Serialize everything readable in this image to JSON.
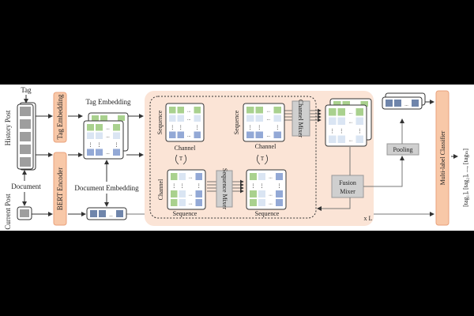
{
  "labels": {
    "tag": "Tag",
    "history_post": "History Post",
    "document": "Document",
    "current_post": "Current Post",
    "tag_embedding_block": "Tag Embedding",
    "bert_encoder": "BERT Encoder",
    "tag_embedding": "Tag Embedding",
    "document_embedding": "Document Embedding",
    "sequence": "Sequence",
    "channel": "Channel",
    "transpose": "T",
    "sequence_mixer": "Sequence Mixer",
    "channel_mixer": "Channel Mixer",
    "fusion_mixer_line1": "Fusion",
    "fusion_mixer_line2": "Mixer",
    "repeat": "x L",
    "pooling": "Pooling",
    "classifier": "Multi-label Classifier",
    "output": "[tag₁], [tag₂], ..., [tagₘ]",
    "ellipsis": "..."
  },
  "colors": {
    "panel": "#fbe4d6",
    "orange_block": "#f8c8a8",
    "orange_border": "#eaa27c",
    "gray_block": "#cfcfcf",
    "green": "#a9d18e",
    "light_blue": "#dae5f3",
    "blue": "#93a9d6",
    "doc_blue": "#6f85ab",
    "post_gray": "#9e9e9e"
  }
}
